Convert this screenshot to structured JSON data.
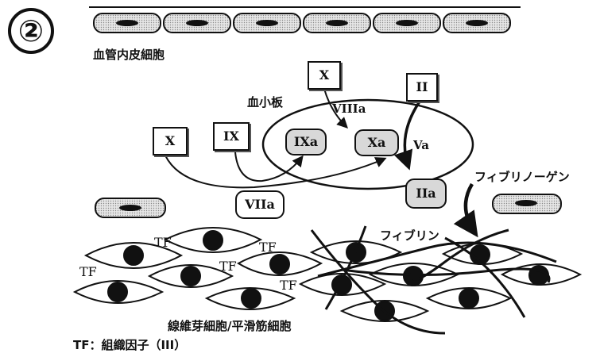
{
  "badge": "②",
  "labels": {
    "endothelial": "血管内皮細胞",
    "platelet": "血小板",
    "fibrinogen": "フィブリノーゲン",
    "fibrin": "フィブリン",
    "fibroblast": "線維芽細胞/平滑筋細胞",
    "legend": "TF：組織因子（III）",
    "tf": "TF"
  },
  "factors": {
    "x_left": "X",
    "ix": "IX",
    "x_top": "X",
    "ii": "II",
    "viiia": "VIIIa",
    "ixa": "IXa",
    "xa": "Xa",
    "va": "Va",
    "iia": "IIa",
    "viia": "VIIa"
  }
}
